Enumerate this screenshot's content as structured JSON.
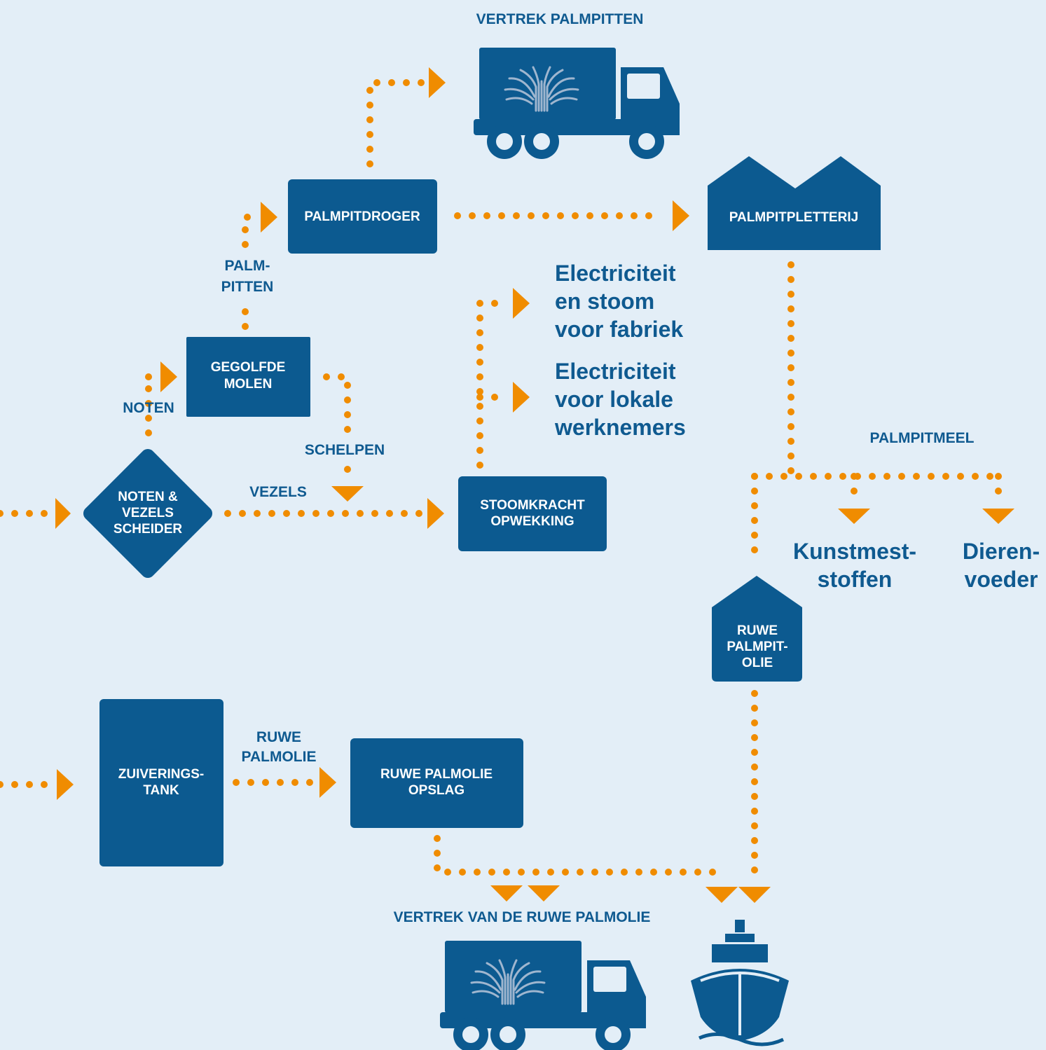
{
  "colors": {
    "background": "#e3eef7",
    "node": "#0c5a90",
    "flow": "#f08c00",
    "label": "#0f5a90"
  },
  "nodes": {
    "palmpitdroger": "PALMPITDROGER",
    "palmpitpletterij": "PALMPITPLETTERIJ",
    "gegolfde_molen": [
      "GEGOLFDE",
      "MOLEN"
    ],
    "noten_vezels_scheider": [
      "NOTEN &",
      "VEZELS",
      "SCHEIDER"
    ],
    "stoomkracht_opwekking": [
      "STOOMKRACHT",
      "OPWEKKING"
    ],
    "ruwe_palmpitolie": [
      "RUWE",
      "PALMPIT-",
      "OLIE"
    ],
    "zuiveringstank": [
      "ZUIVERINGS-",
      "TANK"
    ],
    "ruwe_palmolie_opslag": [
      "RUWE PALMOLIE",
      "OPSLAG"
    ]
  },
  "flow_labels": {
    "vertrek_palmpitten": "VERTREK PALMPITTEN",
    "palmpitten": [
      "PALM-",
      "PITTEN"
    ],
    "noten": "NOTEN",
    "schelpen": "SCHELPEN",
    "vezels": "VEZELS",
    "palmpitmeel": "PALMPITMEEL",
    "ruwe_palmolie": [
      "RUWE",
      "PALMOLIE"
    ],
    "vertrek_ruwe_palmolie": "VERTREK VAN DE RUWE PALMOLIE"
  },
  "outputs": {
    "electriciteit_fabriek": [
      "Electriciteit",
      "en stoom",
      "voor fabriek"
    ],
    "electriciteit_werknemers": [
      "Electriciteit",
      "voor lokale",
      "werknemers"
    ],
    "kunstmeststoffen": [
      "Kunstmest-",
      "stoffen"
    ],
    "dierenvoeder": [
      "Dieren-",
      "voeder"
    ]
  },
  "icons": [
    "truck-icon",
    "palm-logo-icon",
    "ship-icon"
  ]
}
